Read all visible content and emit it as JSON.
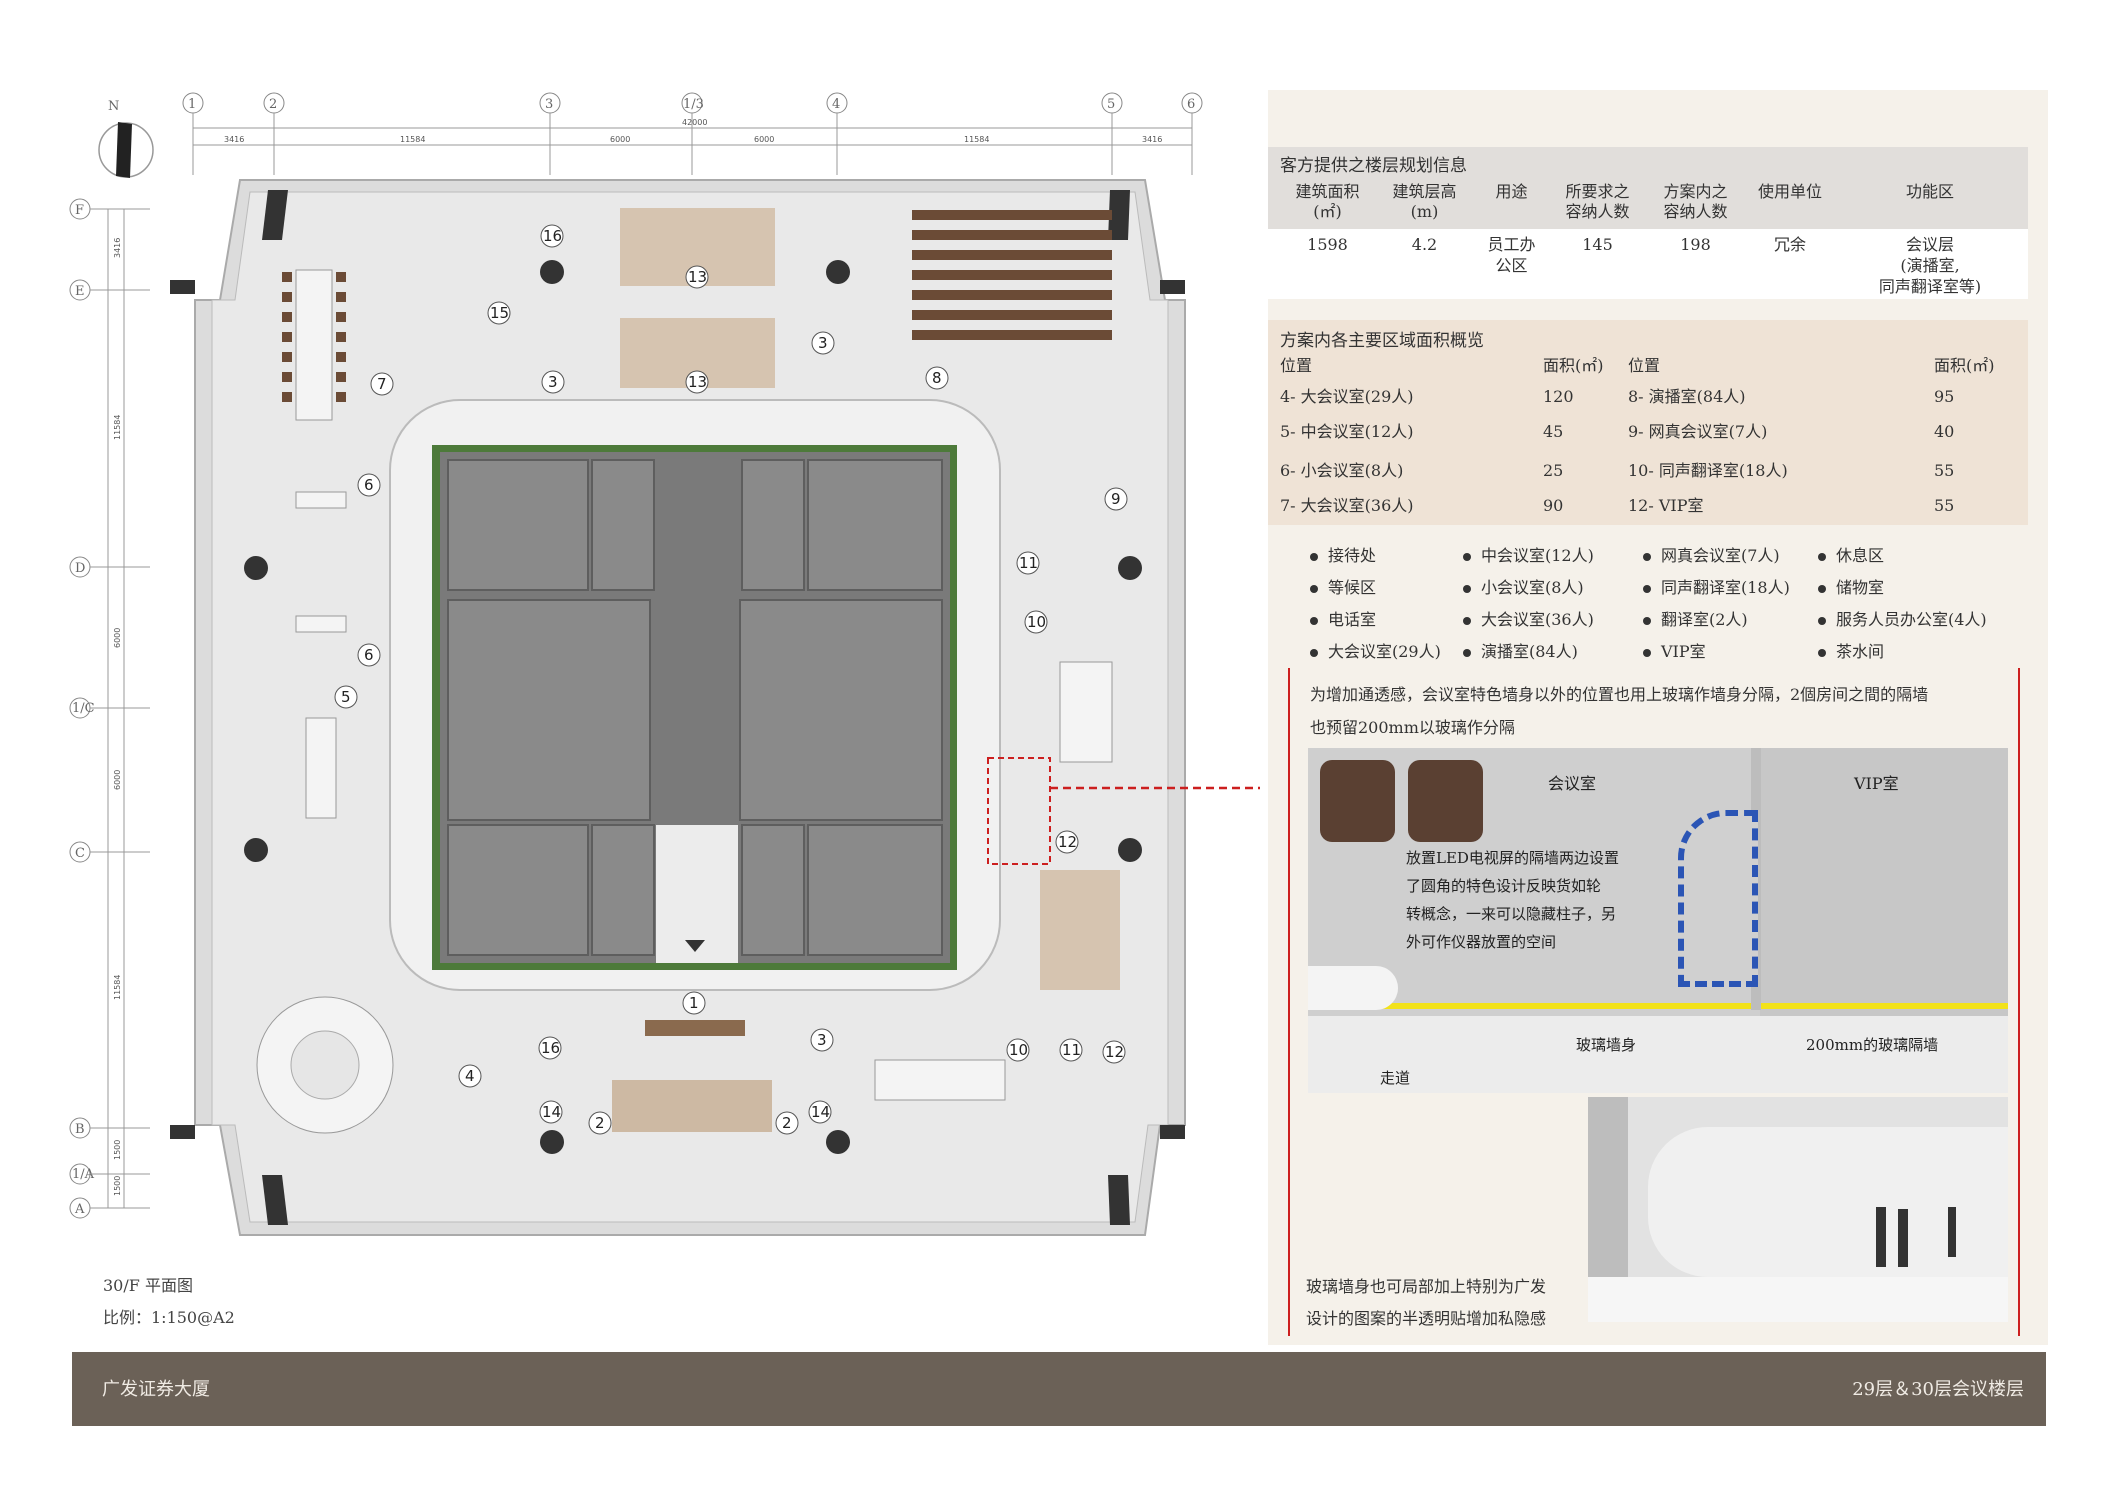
{
  "plan": {
    "north_label": "N",
    "grid_columns": [
      "1",
      "2",
      "3",
      "1/3",
      "4",
      "5",
      "6"
    ],
    "grid_rows": [
      "F",
      "E",
      "D",
      "1/C",
      "C",
      "B",
      "1/A",
      "A"
    ],
    "top_dims": [
      "3416",
      "11584",
      "6000",
      "6000",
      "11584",
      "3416"
    ],
    "overall_dim": "42000",
    "left_dims": [
      "3416",
      "11584",
      "6000",
      "6000",
      "11584",
      "1500",
      "1500"
    ],
    "room_numbers": [
      "16",
      "15",
      "13",
      "13",
      "3",
      "3",
      "8",
      "7",
      "6",
      "6",
      "5",
      "9",
      "11",
      "10",
      "12",
      "4",
      "16",
      "14",
      "2",
      "2",
      "14",
      "3",
      "1",
      "10",
      "11",
      "12"
    ],
    "caption_title": "30/F 平面图",
    "caption_scale": "比例：1:150@A2"
  },
  "table1": {
    "title": "客方提供之楼层规划信息",
    "headers": [
      "建筑面积\n(㎡)",
      "建筑层高\n(m)",
      "用途",
      "所要求之\n容纳人数",
      "方案内之\n容纳人数",
      "使用单位",
      "功能区"
    ],
    "row": [
      "1598",
      "4.2",
      "员工办\n公区",
      "145",
      "198",
      "冗余",
      "会议层\n(演播室,\n同声翻译室等)"
    ]
  },
  "table2": {
    "title": "方案内各主要区域面积概览",
    "headers": [
      "位置",
      "面积(㎡)",
      "位置",
      "面积(㎡)"
    ],
    "rows": [
      [
        "4- 大会议室(29人)",
        "120",
        "8- 演播室(84人)",
        "95"
      ],
      [
        "5- 中会议室(12人)",
        "45",
        "9- 网真会议室(7人)",
        "40"
      ],
      [
        "6- 小会议室(8人)",
        "25",
        "10- 同声翻译室(18人)",
        "55"
      ],
      [
        "7- 大会议室(36人)",
        "90",
        "12- VIP室",
        "55"
      ]
    ]
  },
  "legend": [
    [
      "接待处",
      "中会议室(12人)",
      "网真会议室(7人)",
      "休息区"
    ],
    [
      "等候区",
      "小会议室(8人)",
      "同声翻译室(18人)",
      "储物室"
    ],
    [
      "电话室",
      "大会议室(36人)",
      "翻译室(2人)",
      "服务人员办公室(4人)"
    ],
    [
      "大会议室(29人)",
      "演播室(84人)",
      "VIP室",
      "茶水间"
    ]
  ],
  "note1_line1": "为增加通透感，会议室特色墙身以外的位置也用上玻璃作墙身分隔，2個房间之間的隔墙",
  "note1_line2": "也预留200mm以玻璃作分隔",
  "detail": {
    "meeting_room": "会议室",
    "vip_room": "VIP室",
    "corridor": "走道",
    "callout_lines": [
      "放置LED电视屏的隔墙两边设置",
      "了圆角的特色设计反映货如轮",
      "转概念，一来可以隐藏柱子，另",
      "外可作仪器放置的空间"
    ],
    "glass_wall": "玻璃墙身",
    "glass_partition": "200mm的玻璃隔墙"
  },
  "note2_line1": "玻璃墙身也可局部加上特别为广发",
  "note2_line2": "设计的图案的半透明贴增加私隐感",
  "footer": {
    "left": "广发证券大厦",
    "right": "29层＆30层会议楼层"
  },
  "colors": {
    "footer_bg": "#6b6157",
    "panel_bg": "#f5f1ea",
    "table_header_bg": "#e1dedb",
    "table2_bg": "#efe3d6",
    "core_gray": "#777777",
    "garden_green": "#4d7a3a",
    "accent_red": "#cc1f1f",
    "glass_yellow": "#f2e21a",
    "partition_blue": "#2b55b5"
  }
}
